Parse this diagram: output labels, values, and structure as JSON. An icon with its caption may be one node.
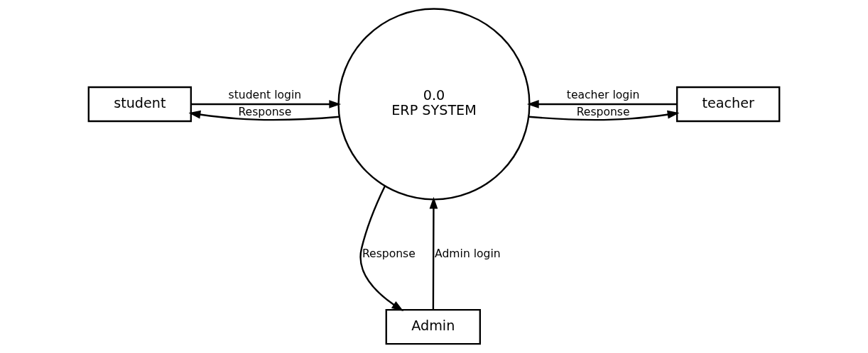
{
  "diagram": {
    "nodes": [
      {
        "text": [
          "student"
        ]
      },
      {
        "text": [
          "0.0",
          "ERP SYSTEM"
        ]
      },
      {
        "text": [
          "teacher"
        ]
      },
      {
        "text": [
          "Admin"
        ]
      }
    ],
    "edges": [
      {
        "from": 0,
        "to": 1,
        "arrow": "to",
        "label": "student login"
      },
      {
        "from": 1,
        "to": 0,
        "arrow": "to",
        "label": "Response"
      },
      {
        "from": 2,
        "to": 1,
        "arrow": "to",
        "label": "teacher login"
      },
      {
        "from": 1,
        "to": 2,
        "arrow": "to",
        "label": "Response"
      },
      {
        "from": 3,
        "to": 1,
        "arrow": "to",
        "label": "Admin login"
      },
      {
        "from": 1,
        "to": 3,
        "arrow": "to",
        "label": "Response"
      }
    ]
  }
}
